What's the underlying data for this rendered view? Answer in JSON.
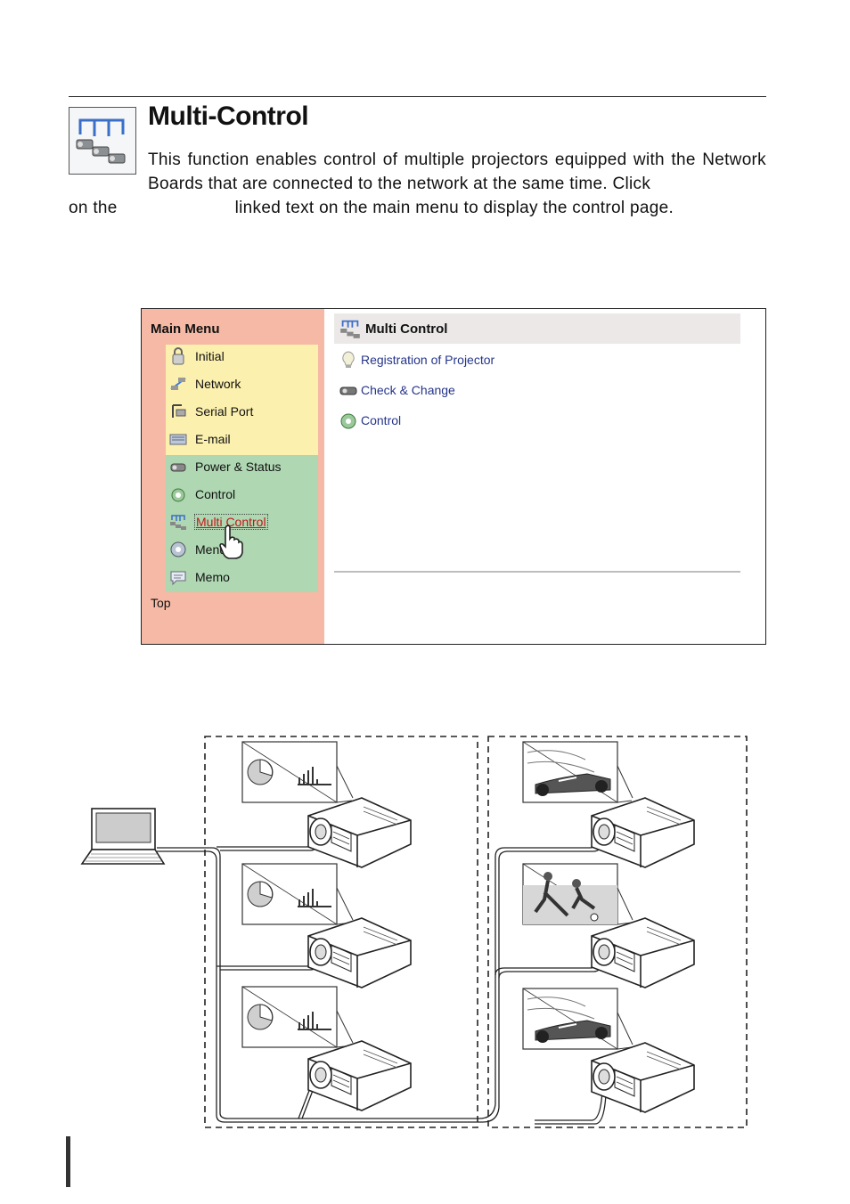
{
  "section": {
    "title": "Multi-Control",
    "icon": "multi-control-icon",
    "paragraph_line1": "This function enables control of multiple projectors equipped with the",
    "paragraph_line2": "Network Boards that are connected to the network at the same time. Click",
    "paragraph_line3_start": "on the",
    "paragraph_line3_end": "linked text on the main menu to display the control page."
  },
  "menu": {
    "title": "Main Menu",
    "items": [
      {
        "label": "Initial",
        "icon": "lock-icon"
      },
      {
        "label": "Network",
        "icon": "network-icon"
      },
      {
        "label": "Serial Port",
        "icon": "serial-port-icon"
      },
      {
        "label": "E-mail",
        "icon": "email-icon"
      },
      {
        "label": "Power & Status",
        "icon": "projector-icon"
      },
      {
        "label": "Control",
        "icon": "control-icon"
      },
      {
        "label": "Multi Control",
        "icon": "multi-control-icon",
        "active": true
      },
      {
        "label": "Menu",
        "icon": "setting-icon"
      },
      {
        "label": "Memo",
        "icon": "memo-icon"
      }
    ],
    "top_link": "Top",
    "cursor": "hand-pointer-icon"
  },
  "content": {
    "header": "Multi Control",
    "links": [
      {
        "label": "Registration of Projector",
        "icon": "lightbulb-icon"
      },
      {
        "label": "Check & Change",
        "icon": "projector-icon"
      },
      {
        "label": "Control",
        "icon": "control-icon"
      }
    ]
  },
  "colors": {
    "menu_bg": "#f5b9a5",
    "yellow_group": "#fbf0ae",
    "green_group": "#afd7b2",
    "link": "#25358a",
    "active_link": "#c01818"
  }
}
